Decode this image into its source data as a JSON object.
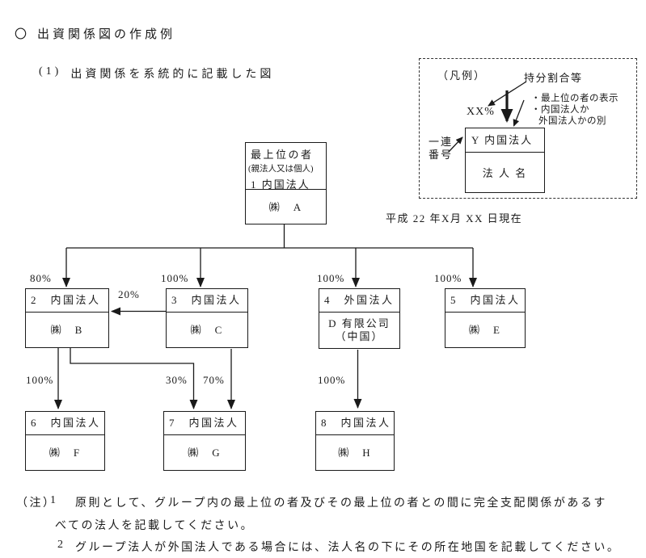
{
  "header": {
    "marker": "〇",
    "title": "出資関係図の作成例",
    "item_no": "(1)",
    "item_title": "出資関係を系統的に記載した図"
  },
  "legend": {
    "caption": "（凡例）",
    "ratio_label": "持分割合等",
    "ratio_value": "XX%",
    "notes": [
      "・最上位の者の表示",
      "・内国法人か",
      "外国法人かの別"
    ],
    "serial_line1": "一連",
    "serial_line2": "番号",
    "sample": {
      "type_row": "Y 内国法人",
      "name_row": "法 人 名"
    }
  },
  "as_of_date": "平成 22 年X月 XX 日現在",
  "org": {
    "root": {
      "line1": "最上位の者",
      "line2": "(親法人又は個人)",
      "line3": "1 内国法人",
      "name": "㈱　A"
    },
    "nodes": [
      {
        "type": "2　内国法人",
        "name": "㈱　B",
        "country": ""
      },
      {
        "type": "3　内国法人",
        "name": "㈱　C",
        "country": ""
      },
      {
        "type": "4　外国法人",
        "name": "D 有限公司",
        "country": "（中国）"
      },
      {
        "type": "5　内国法人",
        "name": "㈱　E",
        "country": ""
      },
      {
        "type": "6　内国法人",
        "name": "㈱　F",
        "country": ""
      },
      {
        "type": "7　内国法人",
        "name": "㈱　G",
        "country": ""
      },
      {
        "type": "8　内国法人",
        "name": "㈱　H",
        "country": ""
      }
    ],
    "edges": {
      "a_b": "80%",
      "a_c": "100%",
      "a_d": "100%",
      "a_e": "100%",
      "c_b": "20%",
      "b_f": "100%",
      "b_g": "30%",
      "c_g": "70%",
      "d_h": "100%"
    }
  },
  "notes": {
    "mark": "（注）",
    "item1_no": "1",
    "item1_line1": "原則として、グループ内の最上位の者及びその最上位の者との間に完全支配関係があるす",
    "item1_line2": "べての法人を記載してください。",
    "item2_no": "2",
    "item2_line1": "グループ法人が外国法人である場合には、法人名の下にその所在地国を記載してください。"
  },
  "colors": {
    "ink": "#1a1a1a",
    "background": "#ffffff"
  }
}
